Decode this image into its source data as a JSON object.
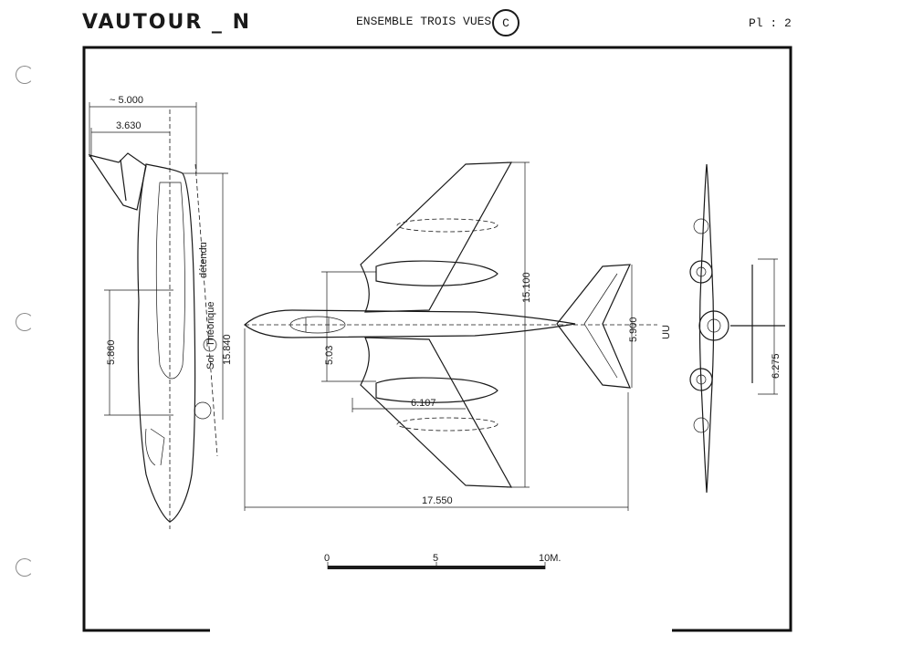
{
  "header": {
    "title": "VAUTOUR _ N",
    "subtitle": "ENSEMBLE TROIS VUES",
    "badge": "C",
    "plate": "Pl : 2"
  },
  "side_view": {
    "dim_overall_height": "~ 5.000",
    "dim_fin": "3.630",
    "dim_gear": "5.860",
    "dim_length": "15.840",
    "ground_label_1": "Sol",
    "ground_label_2": "Théorique",
    "ground_label_3": "détendu"
  },
  "plan_view": {
    "dim_span": "15.100",
    "dim_tail_span": "5.900",
    "dim_engine_offset": "5.03",
    "dim_wing_root": "6.107",
    "dim_length": "17.550"
  },
  "front_view": {
    "dim_track": "6.275"
  },
  "scale_bar": {
    "label_0": "0",
    "label_5": "5",
    "label_10": "10M."
  }
}
